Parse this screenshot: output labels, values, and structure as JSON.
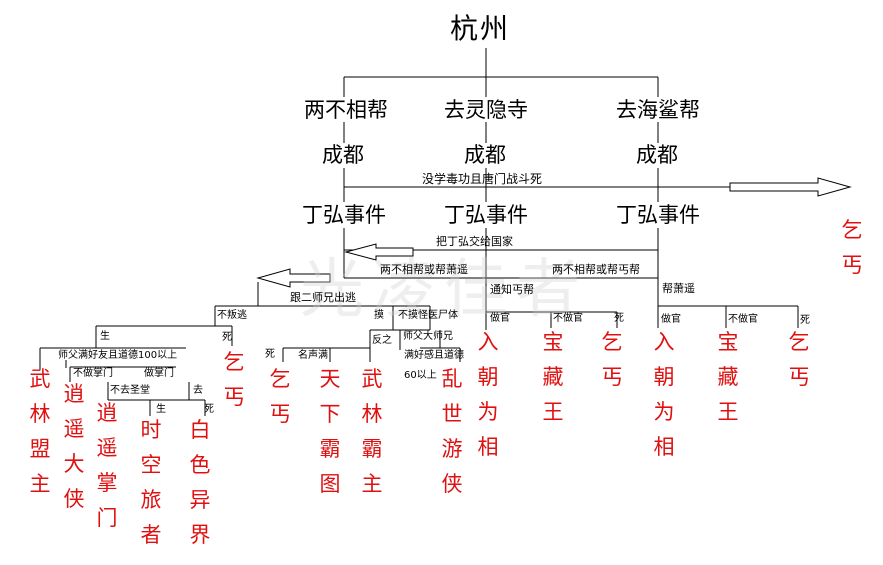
{
  "title": "杭州",
  "level1": [
    "两不相帮",
    "去灵隐寺",
    "去海鲨帮"
  ],
  "level2": [
    "成都",
    "成都",
    "成都"
  ],
  "branch_death": "没学毒功且唐门战斗死",
  "level3": [
    "丁弘事件",
    "丁弘事件",
    "丁弘事件"
  ],
  "edges": {
    "hand_over": "把丁弘交给国家",
    "two_help_xiao": "两不相帮或帮萧遥",
    "two_help_beggar": "两不相帮或帮丐帮",
    "notify_beggar": "通知丐帮",
    "help_xiao": "帮萧遥",
    "follow_senior": "跟二师兄出逃",
    "no_escape": "不叛逃",
    "touch": "摸",
    "no_touch": "不摸怪医尸体",
    "live": "生",
    "die": "死",
    "reverse": "反之",
    "master_senior": "师父大师兄",
    "fame_full": "名声满",
    "favor_moral": "满好感且道德",
    "sixty_up": "60以上",
    "master_friendly": "师父满好友且道德100以上",
    "no_sect_head": "不做掌门",
    "be_sect_head": "做掌门",
    "no_shrine": "不去圣堂",
    "go": "去",
    "be_official": "做官",
    "no_official": "不做官"
  },
  "endings": {
    "beggar_right": "乞丐",
    "wulin_mengzhu": "武林盟主",
    "xiaoyao_daxia": "逍遥大侠",
    "xiaoyao_zhangmen": "逍遥掌门",
    "shikong_lvzhe": "时空旅者",
    "baise_yijie": "白色异界",
    "beggar_a": "乞丐",
    "beggar_b": "乞丐",
    "tianxia_batu": "天下霸图",
    "wulin_bazhu": "武林霸主",
    "luanshi_youxia": "乱世游侠",
    "ruchao_1": "入朝为相",
    "baozang_1": "宝藏王",
    "beggar_c": "乞丐",
    "ruchao_2": "入朝为相",
    "baozang_2": "宝藏王",
    "beggar_d": "乞丐"
  },
  "watermark": "光凌佳者",
  "colors": {
    "ending": "#e01010",
    "line": "#000000"
  }
}
